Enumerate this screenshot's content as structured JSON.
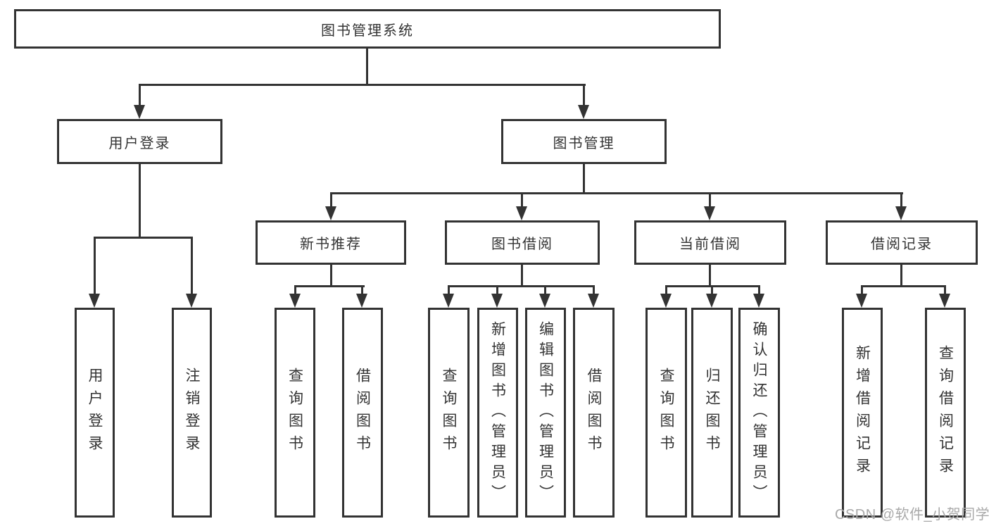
{
  "tree": {
    "root": {
      "label": "图书管理系统"
    },
    "children": [
      {
        "label": "用户登录",
        "children": [
          {
            "label": "用户登录"
          },
          {
            "label": "注销登录"
          }
        ]
      },
      {
        "label": "图书管理",
        "children": [
          {
            "label": "新书推荐",
            "children": [
              {
                "label": "查询图书"
              },
              {
                "label": "借阅图书"
              }
            ]
          },
          {
            "label": "图书借阅",
            "children": [
              {
                "label": "查询图书"
              },
              {
                "label": "新增图书（管理员）"
              },
              {
                "label": "编辑图书（管理员）"
              },
              {
                "label": "借阅图书"
              }
            ]
          },
          {
            "label": "当前借阅",
            "children": [
              {
                "label": "查询图书"
              },
              {
                "label": "归还图书"
              },
              {
                "label": "确认归还（管理员）"
              }
            ]
          },
          {
            "label": "借阅记录",
            "children": [
              {
                "label": "新增借阅记录"
              },
              {
                "label": "查询借阅记录"
              }
            ]
          }
        ]
      }
    ]
  },
  "watermark": {
    "text": "CSDN @软件_小贺同学"
  },
  "colors": {
    "line": "#333333",
    "box_background": "#ffffff",
    "text": "#333333",
    "watermark": "#a9a9a9",
    "page_background": "#ffffff"
  }
}
